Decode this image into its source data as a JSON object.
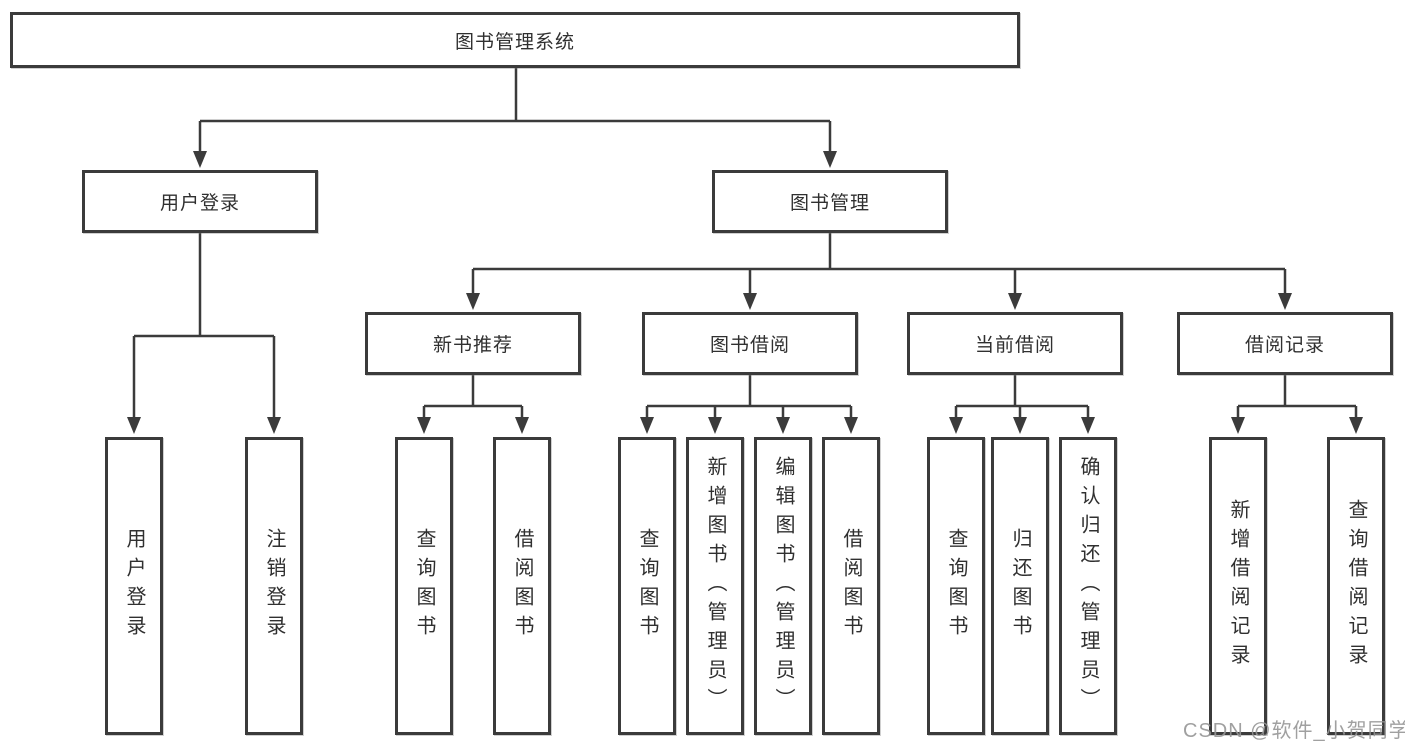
{
  "tree": {
    "root": "图书管理系统",
    "user_login": {
      "label": "用户登录",
      "children": [
        "用户登录",
        "注销登录"
      ]
    },
    "book_management": {
      "label": "图书管理",
      "groups": [
        {
          "label": "新书推荐",
          "children": [
            "查询图书",
            "借阅图书"
          ]
        },
        {
          "label": "图书借阅",
          "children": [
            "查询图书",
            "新增图书（管理员）",
            "编辑图书（管理员）",
            "借阅图书"
          ]
        },
        {
          "label": "当前借阅",
          "children": [
            "查询图书",
            "归还图书",
            "确认归还（管理员）"
          ]
        },
        {
          "label": "借阅记录",
          "children": [
            "新增借阅记录",
            "查询借阅记录"
          ]
        }
      ]
    }
  },
  "watermark": "CSDN @软件_小贺同学",
  "colors": {
    "line": "#3b3b3b",
    "border": "#3b3b3b",
    "watermark": "#969696"
  }
}
